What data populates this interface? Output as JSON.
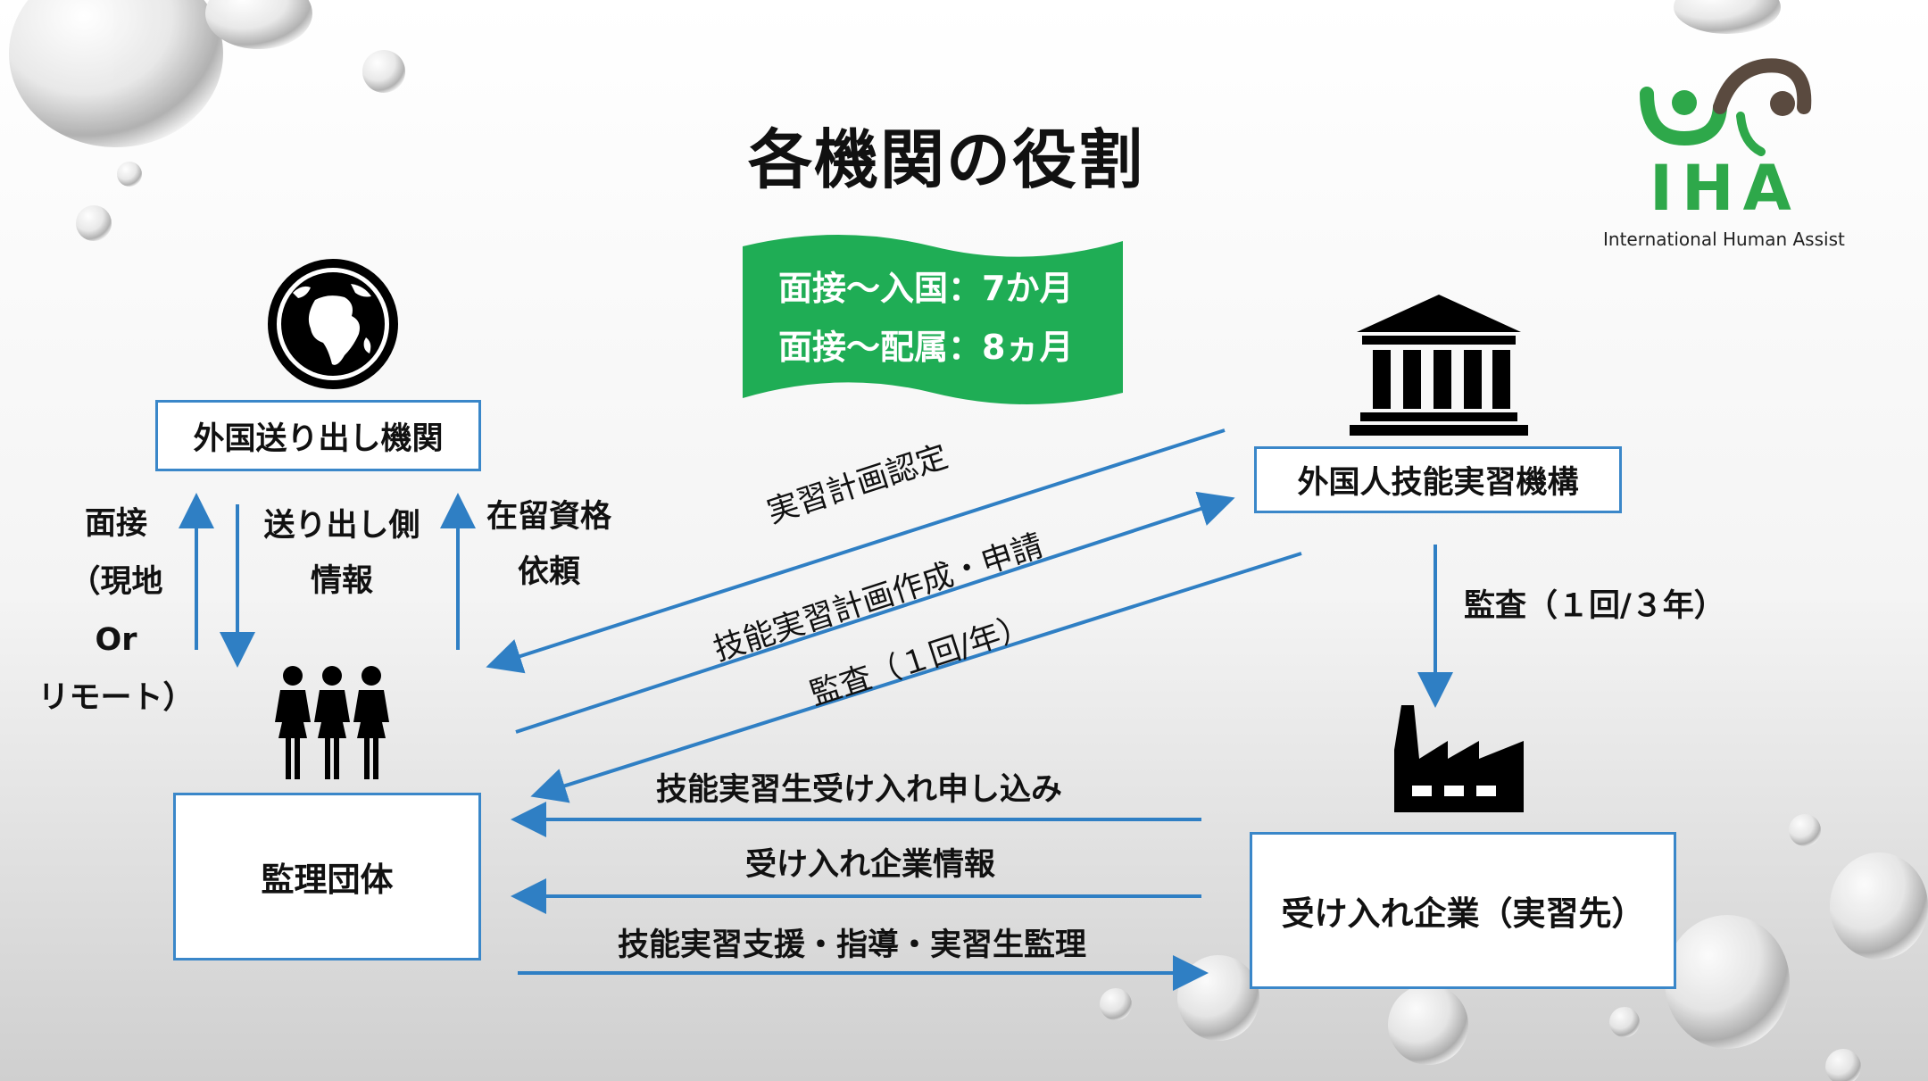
{
  "title": "各機関の役割",
  "banner": {
    "line1": "面接〜入国：7か月",
    "line2": "面接〜配属：8ヵ月",
    "color": "#1fad55"
  },
  "logo": {
    "letters": "IHA",
    "subtitle": "International Human Assist",
    "green": "#2ea84a",
    "brown": "#5a4a3f"
  },
  "entities": {
    "sending_org": "外国送り出し機関",
    "otit": "外国人技能実習機構",
    "supervising_org": "監理団体",
    "host_company": "受け入れ企業（実習先）"
  },
  "vertical_labels": {
    "interview": [
      "面接",
      "（現地",
      "Or",
      "リモート）"
    ],
    "sending_info": [
      "送り出し側",
      "情報"
    ],
    "residence": [
      "在留資格",
      "依頼"
    ]
  },
  "diagonal_labels": {
    "certification": "実習計画認定",
    "plan_application": "技能実習計画作成・申請",
    "audit_yearly": "監査（１回/年）"
  },
  "audit_three_years": "監査（１回/３年）",
  "horizontal_labels": {
    "application": "技能実習生受け入れ申し込み",
    "company_info": "受け入れ企業情報",
    "support": "技能実習支援・指導・実習生監理"
  },
  "colors": {
    "arrow": "#2f7fc4",
    "box_border": "#3a87c9"
  },
  "icons": [
    "globe-icon",
    "institution-icon",
    "people-icon",
    "factory-icon"
  ]
}
